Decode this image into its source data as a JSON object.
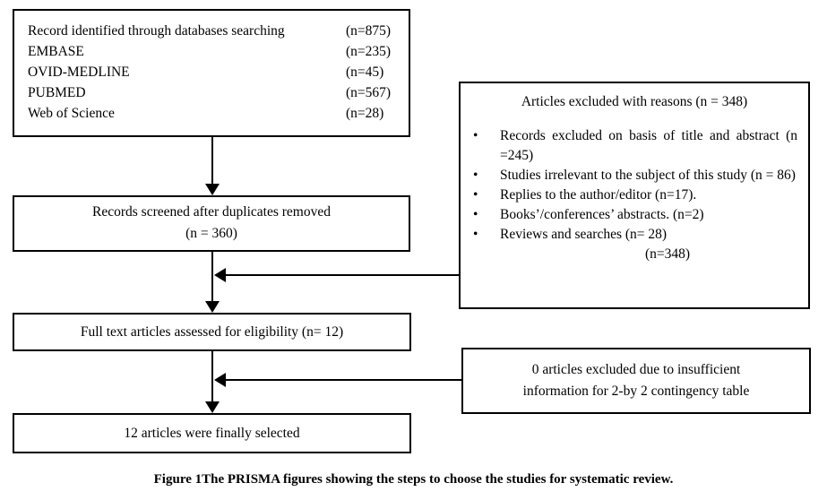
{
  "diagram": {
    "identification_box": {
      "rows": [
        {
          "label": "Record identified through databases searching",
          "count": "(n=875)"
        },
        {
          "label": "EMBASE",
          "count": "(n=235)"
        },
        {
          "label": "OVID-MEDLINE",
          "count": "(n=45)"
        },
        {
          "label": "PUBMED",
          "count": "(n=567)"
        },
        {
          "label": "Web of Science",
          "count": "(n=28)"
        }
      ]
    },
    "screening_box": {
      "line1": "Records screened after duplicates removed",
      "line2": "(n = 360)"
    },
    "eligibility_box": {
      "text": "Full text articles assessed for eligibility (n= 12)"
    },
    "included_box": {
      "text": "12 articles were finally selected"
    },
    "excluded_box": {
      "title": "Articles excluded with reasons (n = 348)",
      "bullets": [
        "Records excluded on basis of title and abstract (n =245)",
        "Studies irrelevant to the subject of this study (n = 86)",
        "Replies to the author/editor (n=17).",
        "Books’/conferences’ abstracts. (n=2)",
        "Reviews and searches (n= 28)"
      ],
      "bullet_glyph": "•",
      "total": "(n=348)"
    },
    "insufficient_box": {
      "line1": "0 articles excluded due to insufficient",
      "line2": "information for 2-by 2 contingency table"
    },
    "caption": "Figure 1The PRISMA figures showing the steps to choose the studies for systematic review."
  },
  "colors": {
    "background": "#ffffff",
    "border": "#000000",
    "text": "#000000"
  }
}
